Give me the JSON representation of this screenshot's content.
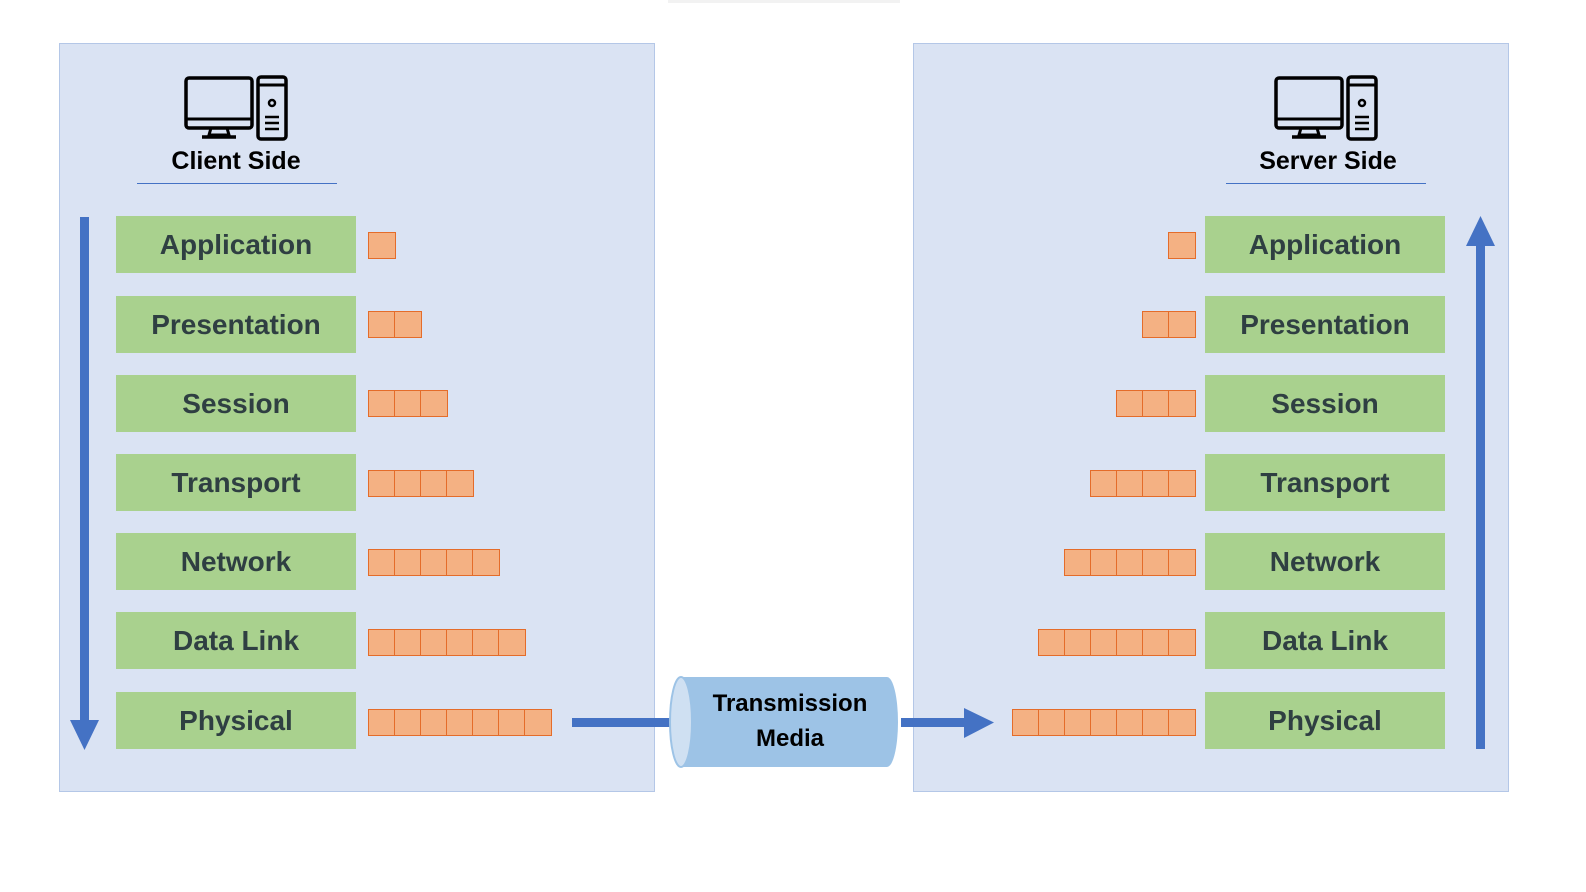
{
  "client": {
    "title": "Client Side",
    "icon": "desktop-computer-icon",
    "layers": [
      "Application",
      "Presentation",
      "Session",
      "Transport",
      "Network",
      "Data Link",
      "Physical"
    ],
    "direction": "down"
  },
  "server": {
    "title": "Server Side",
    "icon": "desktop-computer-icon",
    "layers": [
      "Application",
      "Presentation",
      "Session",
      "Transport",
      "Network",
      "Data Link",
      "Physical"
    ],
    "direction": "up"
  },
  "packet_block_counts": [
    1,
    2,
    3,
    4,
    5,
    6,
    7
  ],
  "media": {
    "line1": "Transmission",
    "line2": "Media"
  },
  "colors": {
    "panel": "#dae3f3",
    "panel_border": "#b4c7e7",
    "layer_box": "#a9d18e",
    "layer_text": "#2f3f42",
    "packet_fill": "#f4b183",
    "packet_border": "#e46c2a",
    "arrow": "#4472c4",
    "media_fill": "#9dc3e6"
  }
}
